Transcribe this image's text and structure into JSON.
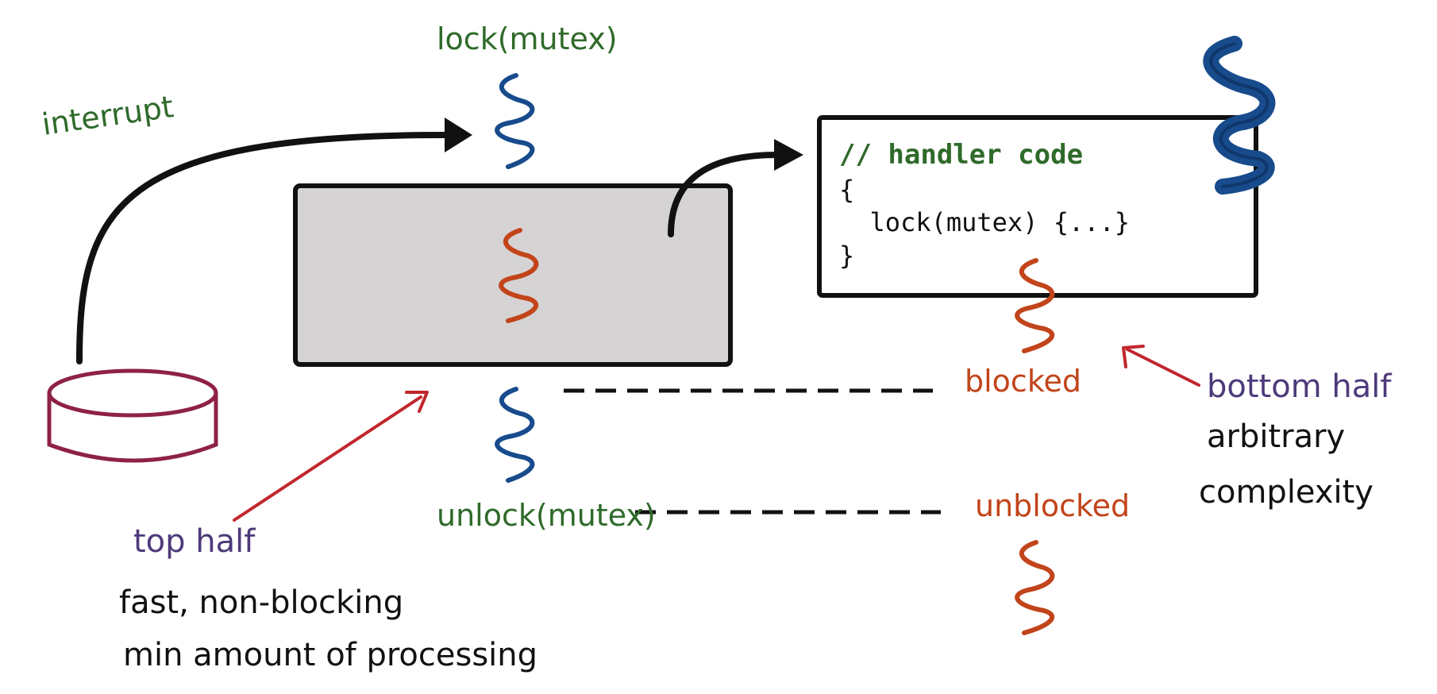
{
  "labels": {
    "lock": "lock(mutex)",
    "interrupt": "interrupt",
    "unlock": "unlock(mutex)",
    "blocked": "blocked",
    "unblocked": "unblocked",
    "bottom_half": "bottom half",
    "bottom_desc_1": "arbitrary",
    "bottom_desc_2": "complexity",
    "top_half": "top half",
    "top_desc_1": "fast, non-blocking",
    "top_desc_2": "min amount of processing"
  },
  "code": {
    "comment": "// handler code",
    "open": "{",
    "body": "  lock(mutex) {...}",
    "close": "}"
  },
  "colors": {
    "green": "#2f6a2a",
    "blue": "#174b8c",
    "orange": "#c2441a",
    "red": "#c1272d",
    "purple": "#4d3a7a",
    "maroon": "#8e2244",
    "black": "#111111",
    "gray_fill": "#d6d3d4"
  }
}
